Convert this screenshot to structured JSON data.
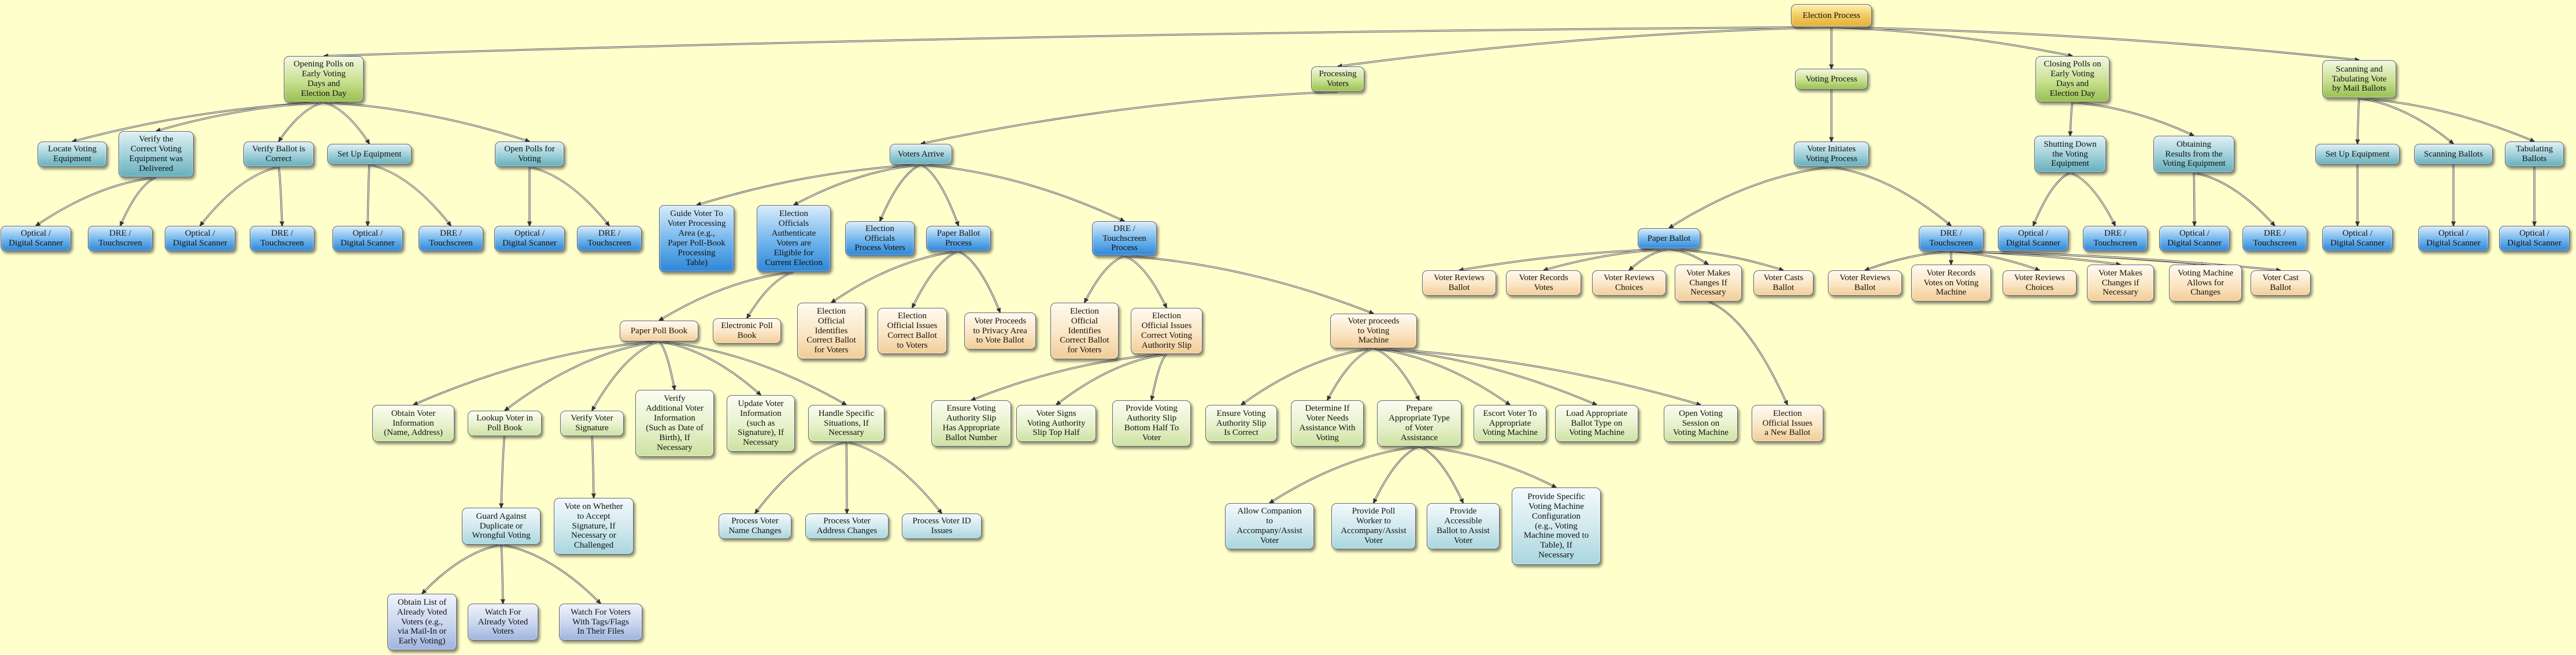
{
  "diagram": {
    "root": "Election Process",
    "nodes": [
      {
        "id": "root",
        "label": "Election Process"
      },
      {
        "id": "opening",
        "label": "Opening Polls on\nEarly Voting\nDays and\nElection Day"
      },
      {
        "id": "processing",
        "label": "Processing\nVoters"
      },
      {
        "id": "voting",
        "label": "Voting Process"
      },
      {
        "id": "closing",
        "label": "Closing Polls on\nEarly Voting\nDays and\nElection Day"
      },
      {
        "id": "scanning",
        "label": "Scanning and\nTabulating Vote\nby Mail Ballots"
      },
      {
        "id": "locate",
        "label": "Locate Voting\nEquipment"
      },
      {
        "id": "verifyEq",
        "label": "Verify the\nCorrect Voting\nEquipment was\nDelivered"
      },
      {
        "id": "verifyBallot",
        "label": "Verify Ballot is\nCorrect"
      },
      {
        "id": "setupEq",
        "label": "Set Up Equipment"
      },
      {
        "id": "openPolls",
        "label": "Open Polls for\nVoting"
      },
      {
        "id": "ve_opt",
        "label": "Optical /\nDigital Scanner"
      },
      {
        "id": "ve_dre",
        "label": "DRE /\nTouchscreen"
      },
      {
        "id": "vb_opt",
        "label": "Optical /\nDigital Scanner"
      },
      {
        "id": "vb_dre",
        "label": "DRE /\nTouchscreen"
      },
      {
        "id": "su_opt",
        "label": "Optical /\nDigital Scanner"
      },
      {
        "id": "su_dre",
        "label": "DRE /\nTouchscreen"
      },
      {
        "id": "op_opt",
        "label": "Optical /\nDigital Scanner"
      },
      {
        "id": "op_dre",
        "label": "DRE /\nTouchscreen"
      },
      {
        "id": "votersArrive",
        "label": "Voters Arrive"
      },
      {
        "id": "guide",
        "label": "Guide Voter To\nVoter Processing\nArea (e.g.,\nPaper Poll-Book\nProcessing\nTable)"
      },
      {
        "id": "authenticate",
        "label": "Election\nOfficials\nAuthenticate\nVoters are\nEligible for\nCurrent Election"
      },
      {
        "id": "officialsProcess",
        "label": "Election\nOfficials\nProcess Voters"
      },
      {
        "id": "paperBallotProc",
        "label": "Paper Ballot\nProcess"
      },
      {
        "id": "dreProc",
        "label": "DRE /\nTouchscreen\nProcess"
      },
      {
        "id": "paperPollBook",
        "label": "Paper Poll Book"
      },
      {
        "id": "electronicPollBook",
        "label": "Electronic Poll\nBook"
      },
      {
        "id": "pb_identify",
        "label": "Election\nOfficial\nIdentifies\nCorrect Ballot\nfor Voters"
      },
      {
        "id": "pb_issues",
        "label": "Election\nOfficial Issues\nCorrect Ballot\nto Voters"
      },
      {
        "id": "pb_proceeds",
        "label": "Voter Proceeds\nto Privacy Area\nto Vote Ballot"
      },
      {
        "id": "dre_identify",
        "label": "Election\nOfficial\nIdentifies\nCorrect Ballot\nfor Voters"
      },
      {
        "id": "dre_issues",
        "label": "Election\nOfficial Issues\nCorrect Voting\nAuthority Slip"
      },
      {
        "id": "dre_proceeds",
        "label": "Voter proceeds\nto Voting\nMachine"
      },
      {
        "id": "obtainInfo",
        "label": "Obtain Voter\nInformation\n(Name, Address)"
      },
      {
        "id": "lookup",
        "label": "Lookup Voter in\nPoll Book"
      },
      {
        "id": "verifySig",
        "label": "Verify Voter\nSignature"
      },
      {
        "id": "verifyAdd",
        "label": "Verify\nAdditional Voter\nInformation\n(Such as Date of\nBirth), If\nNecessary"
      },
      {
        "id": "updateInfo",
        "label": "Update Voter\nInformation\n(such as\nSignature), If\nNecessary"
      },
      {
        "id": "handleSpecific",
        "label": "Handle Specific\nSituations, If\nNecessary"
      },
      {
        "id": "guard",
        "label": "Guard Against\nDuplicate or\nWrongful Voting"
      },
      {
        "id": "voteWhether",
        "label": "Vote on Whether\nto Accept\nSignature, If\nNecessary or\nChallenged"
      },
      {
        "id": "nameChanges",
        "label": "Process Voter\nName Changes"
      },
      {
        "id": "addressChanges",
        "label": "Process Voter\nAddress Changes"
      },
      {
        "id": "idIssues",
        "label": "Process Voter ID\nIssues"
      },
      {
        "id": "obtainList",
        "label": "Obtain List of\nAlready Voted\nVoters (e.g.,\nvia Mail-In or\nEarly Voting)"
      },
      {
        "id": "watchVoted",
        "label": "Watch For\nAlready Voted\nVoters"
      },
      {
        "id": "watchTags",
        "label": "Watch For Voters\nWith Tags/Flags\nIn Their Files"
      },
      {
        "id": "ensureSlip",
        "label": "Ensure Voting\nAuthority Slip\nHas Appropriate\nBallot Number"
      },
      {
        "id": "signsTop",
        "label": "Voter Signs\nVoting Authority\nSlip Top Half"
      },
      {
        "id": "provideBottom",
        "label": "Provide Voting\nAuthority Slip\nBottom Half To\nVoter"
      },
      {
        "id": "ensureCorrect",
        "label": "Ensure Voting\nAuthority Slip\nIs Correct"
      },
      {
        "id": "determineAssist",
        "label": "Determine If\nVoter Needs\nAssistance With\nVoting"
      },
      {
        "id": "prepareMachine",
        "label": "Prepare\nAppropriate Type\nof Voter\nAssistance"
      },
      {
        "id": "escort",
        "label": "Escort Voter To\nAppropriate\nVoting Machine"
      },
      {
        "id": "loadBallot",
        "label": "Load Appropriate\nBallot Type on\nVoting Machine"
      },
      {
        "id": "openSession",
        "label": "Open Voting\nSession on\nVoting Machine"
      },
      {
        "id": "companion",
        "label": "Allow Companion\nto\nAccompany/Assist\nVoter"
      },
      {
        "id": "pollWorker",
        "label": "Provide Poll\nWorker to\nAccompany/Assist\nVoter"
      },
      {
        "id": "accessible",
        "label": "Provide\nAccessible\nBallot to Assist\nVoter"
      },
      {
        "id": "specificConfig",
        "label": "Provide Specific\nVoting Machine\nConfiguration\n(e.g., Voting\nMachine moved to\nTable), If\nNecessary"
      },
      {
        "id": "voterInitiates",
        "label": "Voter Initiates\nVoting Process"
      },
      {
        "id": "paperBallot",
        "label": "Paper Ballot"
      },
      {
        "id": "dreTouch",
        "label": "DRE /\nTouchscreen"
      },
      {
        "id": "pbReviews",
        "label": "Voter Reviews\nBallot"
      },
      {
        "id": "pbRecords",
        "label": "Voter Records\nVotes"
      },
      {
        "id": "pbChoices",
        "label": "Voter Reviews\nChoices"
      },
      {
        "id": "pbChanges",
        "label": "Voter Makes\nChanges If\nNecessary"
      },
      {
        "id": "pbCasts",
        "label": "Voter Casts\nBallot"
      },
      {
        "id": "newBallot",
        "label": "Election\nOfficial Issues\na New Ballot"
      },
      {
        "id": "dReviews",
        "label": "Voter Reviews\nBallot"
      },
      {
        "id": "dRecords",
        "label": "Voter Records\nVotes on Voting\nMachine"
      },
      {
        "id": "dChoices",
        "label": "Voter Reviews\nChoices"
      },
      {
        "id": "dChanges",
        "label": "Voter Makes\nChanges if\nNecessary"
      },
      {
        "id": "dAllows",
        "label": "Voting Machine\nAllows for\nChanges"
      },
      {
        "id": "dCast",
        "label": "Voter Cast\nBallot"
      },
      {
        "id": "shutDown",
        "label": "Shutting Down\nthe Voting\nEquipment"
      },
      {
        "id": "obtainResults",
        "label": "Obtaining\nResults from the\nVoting Equipment"
      },
      {
        "id": "sd_opt",
        "label": "Optical /\nDigital Scanner"
      },
      {
        "id": "sd_dre",
        "label": "DRE /\nTouchscreen"
      },
      {
        "id": "or_opt",
        "label": "Optical /\nDigital Scanner"
      },
      {
        "id": "or_dre",
        "label": "DRE /\nTouchscreen"
      },
      {
        "id": "setUpMail",
        "label": "Set Up Equipment"
      },
      {
        "id": "scanBallots",
        "label": "Scanning Ballots"
      },
      {
        "id": "tabBallots",
        "label": "Tabulating\nBallots"
      },
      {
        "id": "sm_opt",
        "label": "Optical /\nDigital Scanner"
      },
      {
        "id": "sb_opt",
        "label": "Optical /\nDigital Scanner"
      },
      {
        "id": "tb_opt",
        "label": "Optical /\nDigital Scanner"
      }
    ],
    "edges": [
      [
        "root",
        "opening"
      ],
      [
        "root",
        "processing"
      ],
      [
        "root",
        "voting"
      ],
      [
        "root",
        "closing"
      ],
      [
        "root",
        "scanning"
      ],
      [
        "opening",
        "locate"
      ],
      [
        "opening",
        "verifyEq"
      ],
      [
        "opening",
        "verifyBallot"
      ],
      [
        "opening",
        "setupEq"
      ],
      [
        "opening",
        "openPolls"
      ],
      [
        "verifyEq",
        "ve_opt"
      ],
      [
        "verifyEq",
        "ve_dre"
      ],
      [
        "verifyBallot",
        "vb_opt"
      ],
      [
        "verifyBallot",
        "vb_dre"
      ],
      [
        "setupEq",
        "su_opt"
      ],
      [
        "setupEq",
        "su_dre"
      ],
      [
        "openPolls",
        "op_opt"
      ],
      [
        "openPolls",
        "op_dre"
      ],
      [
        "processing",
        "votersArrive"
      ],
      [
        "votersArrive",
        "guide"
      ],
      [
        "votersArrive",
        "authenticate"
      ],
      [
        "votersArrive",
        "officialsProcess"
      ],
      [
        "votersArrive",
        "paperBallotProc"
      ],
      [
        "votersArrive",
        "dreProc"
      ],
      [
        "authenticate",
        "paperPollBook"
      ],
      [
        "authenticate",
        "electronicPollBook"
      ],
      [
        "paperBallotProc",
        "pb_identify"
      ],
      [
        "paperBallotProc",
        "pb_issues"
      ],
      [
        "paperBallotProc",
        "pb_proceeds"
      ],
      [
        "dreProc",
        "dre_identify"
      ],
      [
        "dreProc",
        "dre_issues"
      ],
      [
        "dreProc",
        "dre_proceeds"
      ],
      [
        "paperPollBook",
        "obtainInfo"
      ],
      [
        "paperPollBook",
        "lookup"
      ],
      [
        "paperPollBook",
        "verifySig"
      ],
      [
        "paperPollBook",
        "verifyAdd"
      ],
      [
        "paperPollBook",
        "updateInfo"
      ],
      [
        "paperPollBook",
        "handleSpecific"
      ],
      [
        "lookup",
        "guard"
      ],
      [
        "verifySig",
        "voteWhether"
      ],
      [
        "handleSpecific",
        "nameChanges"
      ],
      [
        "handleSpecific",
        "addressChanges"
      ],
      [
        "handleSpecific",
        "idIssues"
      ],
      [
        "guard",
        "obtainList"
      ],
      [
        "guard",
        "watchVoted"
      ],
      [
        "guard",
        "watchTags"
      ],
      [
        "dre_issues",
        "ensureSlip"
      ],
      [
        "dre_issues",
        "signsTop"
      ],
      [
        "dre_issues",
        "provideBottom"
      ],
      [
        "dre_proceeds",
        "ensureCorrect"
      ],
      [
        "dre_proceeds",
        "determineAssist"
      ],
      [
        "dre_proceeds",
        "prepareMachine"
      ],
      [
        "dre_proceeds",
        "escort"
      ],
      [
        "dre_proceeds",
        "loadBallot"
      ],
      [
        "dre_proceeds",
        "openSession"
      ],
      [
        "prepareMachine",
        "companion"
      ],
      [
        "prepareMachine",
        "pollWorker"
      ],
      [
        "prepareMachine",
        "accessible"
      ],
      [
        "prepareMachine",
        "specificConfig"
      ],
      [
        "voting",
        "voterInitiates"
      ],
      [
        "voterInitiates",
        "paperBallot"
      ],
      [
        "voterInitiates",
        "dreTouch"
      ],
      [
        "paperBallot",
        "pbReviews"
      ],
      [
        "paperBallot",
        "pbRecords"
      ],
      [
        "paperBallot",
        "pbChoices"
      ],
      [
        "paperBallot",
        "pbChanges"
      ],
      [
        "paperBallot",
        "pbCasts"
      ],
      [
        "pbChanges",
        "newBallot"
      ],
      [
        "dreTouch",
        "dReviews"
      ],
      [
        "dreTouch",
        "dRecords"
      ],
      [
        "dreTouch",
        "dChoices"
      ],
      [
        "dreTouch",
        "dChanges"
      ],
      [
        "dreTouch",
        "dAllows"
      ],
      [
        "dreTouch",
        "dCast"
      ],
      [
        "closing",
        "shutDown"
      ],
      [
        "closing",
        "obtainResults"
      ],
      [
        "shutDown",
        "sd_opt"
      ],
      [
        "shutDown",
        "sd_dre"
      ],
      [
        "obtainResults",
        "or_opt"
      ],
      [
        "obtainResults",
        "or_dre"
      ],
      [
        "scanning",
        "setUpMail"
      ],
      [
        "scanning",
        "scanBallots"
      ],
      [
        "scanning",
        "tabBallots"
      ],
      [
        "setUpMail",
        "sm_opt"
      ],
      [
        "scanBallots",
        "sb_opt"
      ],
      [
        "tabBallots",
        "tb_opt"
      ]
    ]
  }
}
